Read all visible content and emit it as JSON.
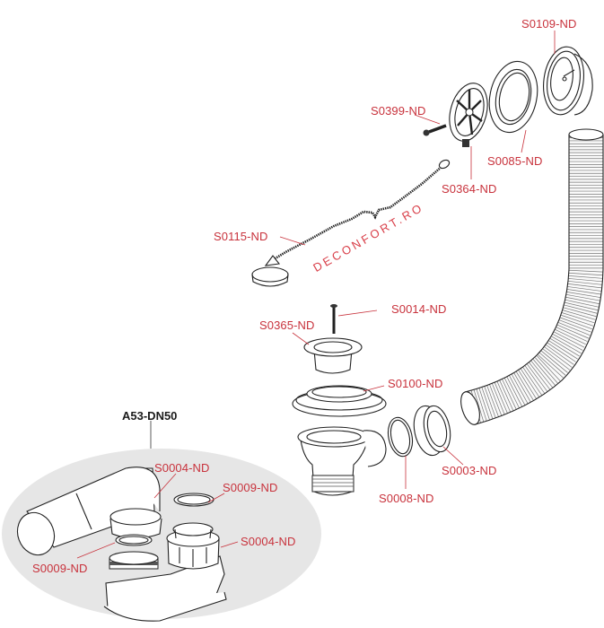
{
  "diagram": {
    "title": "Exploded parts diagram – bath waste & overflow kit",
    "watermark": "DECONFORT.RO",
    "label_color": "#c8323c",
    "kit": {
      "title": "A53-DN50",
      "background_color": "#e6e6e6",
      "parts": [
        {
          "code": "S0004-ND",
          "name": "union nut (elbow)"
        },
        {
          "code": "S0009-ND",
          "name": "seal ring (upper)"
        },
        {
          "code": "S0004-ND",
          "name": "union nut (riser)"
        },
        {
          "code": "S0009-ND",
          "name": "seal ring (lower)"
        }
      ]
    },
    "parts": [
      {
        "code": "S0109-ND",
        "name": "overflow body"
      },
      {
        "code": "S0085-ND",
        "name": "overflow gasket"
      },
      {
        "code": "S0399-ND",
        "name": "overflow screw"
      },
      {
        "code": "S0364-ND",
        "name": "overflow grille"
      },
      {
        "code": "S0115-ND",
        "name": "chain with plug"
      },
      {
        "code": "S0014-ND",
        "name": "drain screw"
      },
      {
        "code": "S0365-ND",
        "name": "drain grid flange"
      },
      {
        "code": "S0100-ND",
        "name": "drain gasket"
      },
      {
        "code": "S0003-ND",
        "name": "connection nut"
      },
      {
        "code": "S0008-ND",
        "name": "cone seal"
      }
    ]
  }
}
